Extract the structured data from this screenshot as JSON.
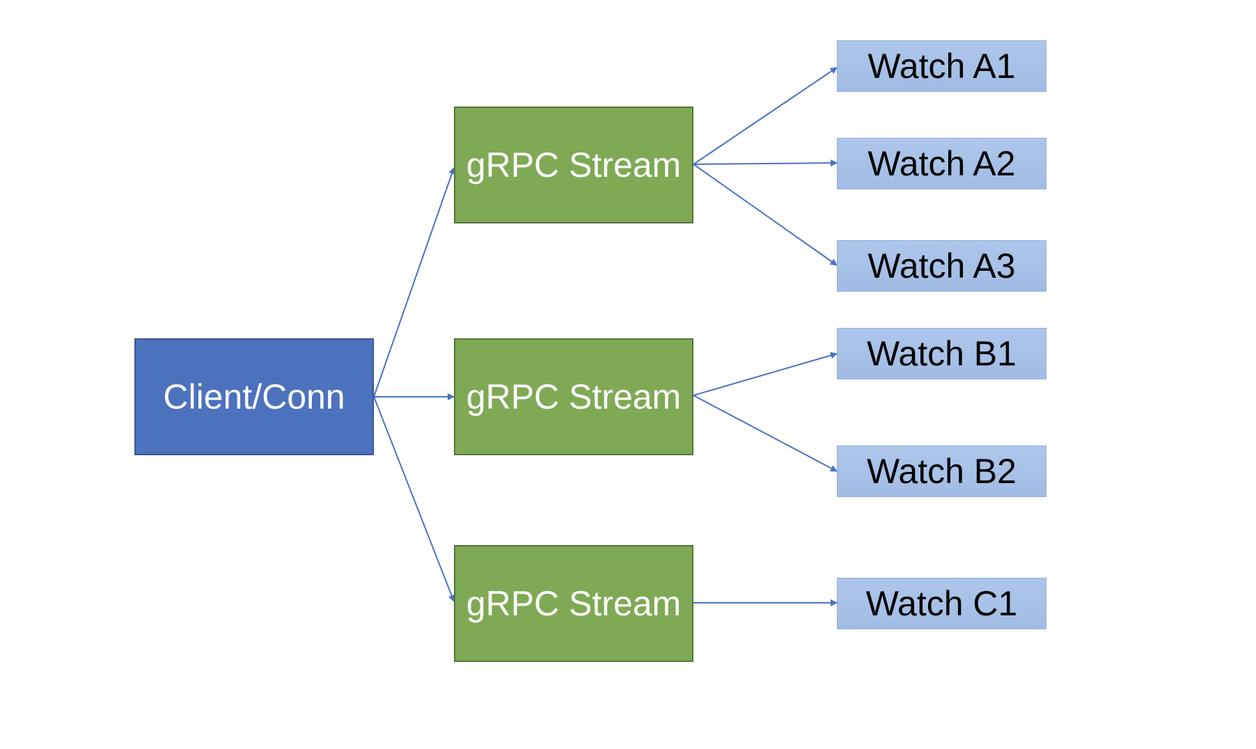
{
  "diagram": {
    "client": {
      "label": "Client/Conn"
    },
    "streams": [
      {
        "label": "gRPC Stream"
      },
      {
        "label": "gRPC Stream"
      },
      {
        "label": "gRPC Stream"
      }
    ],
    "watches": [
      {
        "label": "Watch A1"
      },
      {
        "label": "Watch A2"
      },
      {
        "label": "Watch A3"
      },
      {
        "label": "Watch B1"
      },
      {
        "label": "Watch B2"
      },
      {
        "label": "Watch C1"
      }
    ],
    "colors": {
      "client_fill": "#4c72be",
      "stream_fill": "#7fa955",
      "watch_fill": "#a9c3e8",
      "arrow": "#4a72c4"
    }
  }
}
